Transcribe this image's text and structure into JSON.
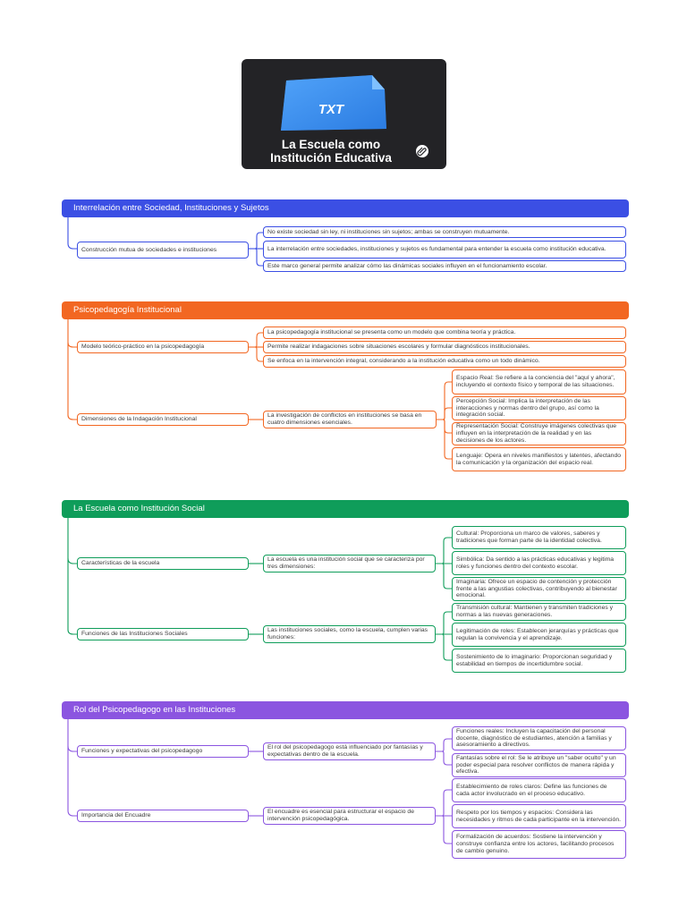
{
  "title_card": {
    "icon_label": "TXT",
    "title_line1": "La Escuela como",
    "title_line2": "Institución Educativa"
  },
  "colors": {
    "sec1": "#3b4fe4",
    "sec2": "#f26722",
    "sec3": "#0f9d5a",
    "sec4": "#8b55e0"
  },
  "sections": [
    {
      "header": "Interrelación entre Sociedad, Instituciones y Sujetos",
      "l1": [
        {
          "text": "Construcción mutua de sociedades e instituciones"
        }
      ],
      "l2": [
        {
          "text": "No existe sociedad sin ley, ni instituciones sin sujetos; ambas se construyen mutuamente."
        },
        {
          "text": "La interrelación entre sociedades, instituciones y sujetos es fundamental para entender la escuela como institución educativa."
        },
        {
          "text": "Este marco general permite analizar cómo las dinámicas sociales influyen en el funcionamiento escolar."
        }
      ]
    },
    {
      "header": "Psicopedagogía Institucional",
      "l1": [
        {
          "text": "Modelo teórico-práctico en la psicopedagogía"
        },
        {
          "text": "Dimensiones de la Indagación Institucional"
        }
      ],
      "l2": [
        {
          "text": "La psicopedagogía institucional se presenta como un modelo que combina teoría y práctica."
        },
        {
          "text": "Permite realizar indagaciones sobre situaciones escolares y formular diagnósticos institucionales."
        },
        {
          "text": "Se enfoca en la intervención integral, considerando a la institución educativa como un todo dinámico."
        },
        {
          "text": "La investigación de conflictos en instituciones se basa en cuatro dimensiones esenciales."
        }
      ],
      "l3": [
        {
          "text": "Espacio Real: Se refiere a la conciencia del \"aquí y ahora\", incluyendo el contexto físico y temporal de las situaciones."
        },
        {
          "text": "Percepción Social: Implica la interpretación de las interacciones y normas dentro del grupo, así como la integración social."
        },
        {
          "text": "Representación Social: Construye imágenes colectivas que influyen en la interpretación de la realidad y en las decisiones de los actores."
        },
        {
          "text": "Lenguaje: Opera en niveles manifiestos y latentes, afectando la comunicación y la organización del espacio real."
        }
      ]
    },
    {
      "header": "La Escuela como Institución Social",
      "l1": [
        {
          "text": "Características de la escuela"
        },
        {
          "text": "Funciones de las Instituciones Sociales"
        }
      ],
      "l2": [
        {
          "text": "La escuela es una institución social que se caracteriza por tres dimensiones:"
        },
        {
          "text": "Las instituciones sociales, como la escuela, cumplen varias funciones:"
        }
      ],
      "l3": [
        {
          "text": "Cultural: Proporciona un marco de valores, saberes y tradiciones que forman parte de la identidad colectiva."
        },
        {
          "text": "Simbólica: Da sentido a las prácticas educativas y legitima roles y funciones dentro del contexto escolar."
        },
        {
          "text": "Imaginaria: Ofrece un espacio de contención y protección frente a las angustias colectivas, contribuyendo al bienestar emocional."
        },
        {
          "text": "Transmisión cultural: Mantienen y transmiten tradiciones y normas a las nuevas generaciones."
        },
        {
          "text": "Legitimación de roles: Establecen jerarquías y prácticas que regulan la convivencia y el aprendizaje."
        },
        {
          "text": "Sostenimiento de lo imaginario: Proporcionan seguridad y estabilidad en tiempos de incertidumbre social."
        }
      ]
    },
    {
      "header": "Rol del Psicopedagogo en las Instituciones",
      "l1": [
        {
          "text": "Funciones y expectativas del psicopedagogo"
        },
        {
          "text": "Importancia del Encuadre"
        }
      ],
      "l2": [
        {
          "text": "El rol del psicopedagogo está influenciado por fantasías y expectativas dentro de la escuela."
        },
        {
          "text": "El encuadre es esencial para estructurar el espacio de intervención psicopedagógica."
        }
      ],
      "l3": [
        {
          "text": "Funciones reales: Incluyen la capacitación del personal docente, diagnóstico de estudiantes, atención a familias y asesoramiento a directivos."
        },
        {
          "text": "Fantasías sobre el rol: Se le atribuye un \"saber oculto\" y un poder especial para resolver conflictos de manera rápida y efectiva."
        },
        {
          "text": "Establecimiento de roles claros: Define las funciones de cada actor involucrado en el proceso educativo."
        },
        {
          "text": "Respeto por los tiempos y espacios: Considera las necesidades y ritmos de cada participante en la intervención."
        },
        {
          "text": "Formalización de acuerdos: Sostiene la intervención y construye confianza entre los actores, facilitando procesos de cambio genuino."
        }
      ]
    }
  ]
}
